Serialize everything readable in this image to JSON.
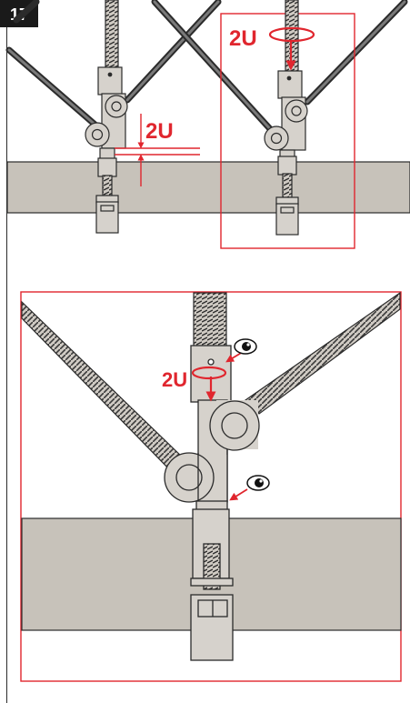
{
  "step": {
    "number": "17"
  },
  "labels": {
    "gap": "2U",
    "turn_top": "2U",
    "turn_detail": "2U"
  },
  "colors": {
    "step_badge": "#1a1a1a",
    "accent": "#e0262e",
    "beam": "#c7c2ba",
    "metal": "#d6d2cc",
    "outline": "#2b2b2b",
    "cable": "#3a3a3a"
  },
  "icons": [
    "eye-icon",
    "eye-icon",
    "rotate-arrow-icon",
    "down-arrow-icon"
  ]
}
